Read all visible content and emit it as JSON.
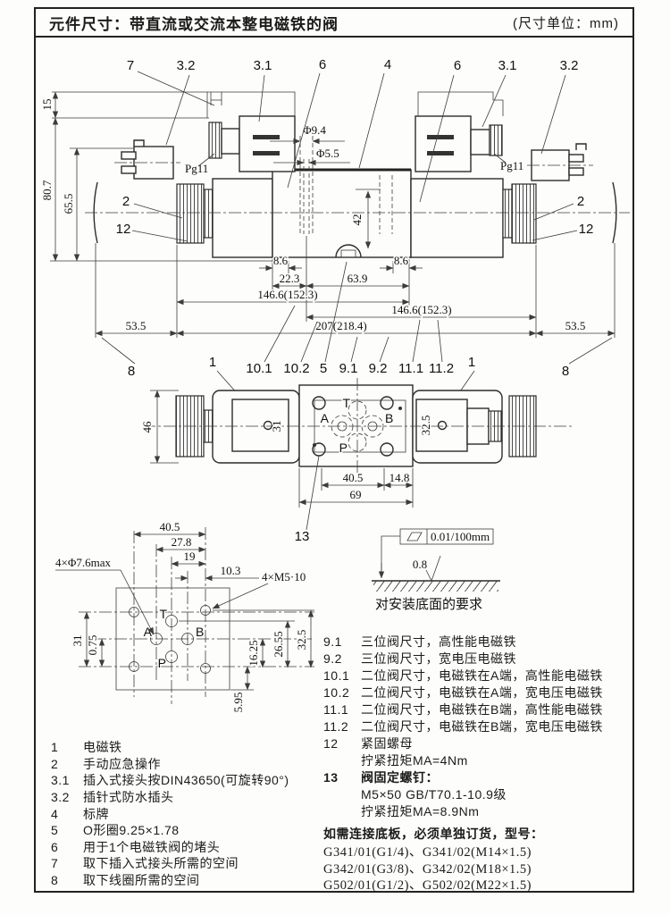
{
  "header": {
    "title": "元件尺寸：带直流或交流本整电磁铁的阀",
    "units": "(尺寸单位：mm)"
  },
  "side_view": {
    "callouts": {
      "c7": "7",
      "c32l": "3.2",
      "c31l": "3.1",
      "c6l": "6",
      "c4": "4",
      "c6r": "6",
      "c31r": "3.1",
      "c32r": "3.2",
      "c2l": "2",
      "c12l": "12",
      "c2r": "2",
      "c12r": "12",
      "c8l": "8",
      "c1l": "1",
      "c101": "10.1",
      "c102": "10.2",
      "c5": "5",
      "c91": "9.1",
      "c92": "9.2",
      "c111": "11.1",
      "c112": "11.2",
      "c1r": "1",
      "c8r": "8"
    },
    "dims": {
      "d15": "15",
      "d807": "80.7",
      "d655": "65.5",
      "dia94": "Φ9.4",
      "dia55": "Φ5.5",
      "pg11l": "Pg11",
      "pg11r": "Pg11",
      "d42": "42",
      "d86l": "8.6",
      "d86r": "8.6",
      "d223": "22.3",
      "d639": "63.9",
      "d1466l": "146.6(152.3)",
      "d1466r": "146.6(152.3)",
      "d207": "207(218.4)",
      "d535l": "53.5",
      "d535r": "53.5"
    }
  },
  "plan_view": {
    "dims": {
      "d46": "46",
      "d31": "31",
      "d325": "32.5",
      "d405": "40.5",
      "d148": "14.8",
      "d69": "69"
    },
    "ports": {
      "t": "T",
      "a": "A",
      "b": "B",
      "p": "P"
    },
    "callout13": "13"
  },
  "pattern_view": {
    "dims": {
      "d405": "40.5",
      "d278": "27.8",
      "d19": "19",
      "d103": "10.3",
      "d31": "31",
      "d075": "0.75",
      "d1625": "16.25",
      "d2655": "26.55",
      "d325": "32.5",
      "d595": "5.95"
    },
    "labels": {
      "holes": "4×Φ7.6max",
      "threads": "4×M5·10"
    },
    "ports": {
      "t": "T",
      "a": "A",
      "b": "B",
      "p": "P"
    }
  },
  "surface_req": {
    "flatness": "0.01/100mm",
    "roughness": "0.8",
    "caption": "对安装底面的要求"
  },
  "legend_left": {
    "items": [
      {
        "num": "1",
        "text": "电磁铁"
      },
      {
        "num": "2",
        "text": "手动应急操作"
      },
      {
        "num": "3.1",
        "text": "插入式接头按DIN43650(可旋转90°)"
      },
      {
        "num": "3.2",
        "text": "插针式防水插头"
      },
      {
        "num": "4",
        "text": "标牌"
      },
      {
        "num": "5",
        "text": "O形圈9.25×1.78"
      },
      {
        "num": "6",
        "text": "用于1个电磁铁阀的堵头"
      },
      {
        "num": "7",
        "text": "取下插入式接头所需的空间"
      },
      {
        "num": "8",
        "text": "取下线圈所需的空间"
      }
    ]
  },
  "legend_right": {
    "items": [
      {
        "num": "9.1",
        "text": "三位阀尺寸，高性能电磁铁"
      },
      {
        "num": "9.2",
        "text": "三位阀尺寸，宽电压电磁铁"
      },
      {
        "num": "10.1",
        "text": "二位阀尺寸，电磁铁在A端，高性能电磁铁"
      },
      {
        "num": "10.2",
        "text": "二位阀尺寸，电磁铁在A端，宽电压电磁铁"
      },
      {
        "num": "11.1",
        "text": "二位阀尺寸，电磁铁在B端，高性能电磁铁"
      },
      {
        "num": "11.2",
        "text": "二位阀尺寸，电磁铁在B端，宽电压电磁铁"
      },
      {
        "num": "12",
        "text": "紧固螺母",
        "sub1": "拧紧扭矩MA=4Nm"
      },
      {
        "num": "13",
        "text": "阀固定螺钉：",
        "sub1": "M5×50 GB/T70.1-10.9级",
        "sub2": "拧紧扭矩MA=8.9Nm"
      }
    ]
  },
  "order_note": {
    "title": "如需连接底板，必须单独订货，型号：",
    "models": [
      "G341/01(G1/4)、G341/02(M14×1.5)",
      "G342/01(G3/8)、G342/02(M18×1.5)",
      "G502/01(G1/2)、G502/02(M22×1.5)"
    ]
  }
}
